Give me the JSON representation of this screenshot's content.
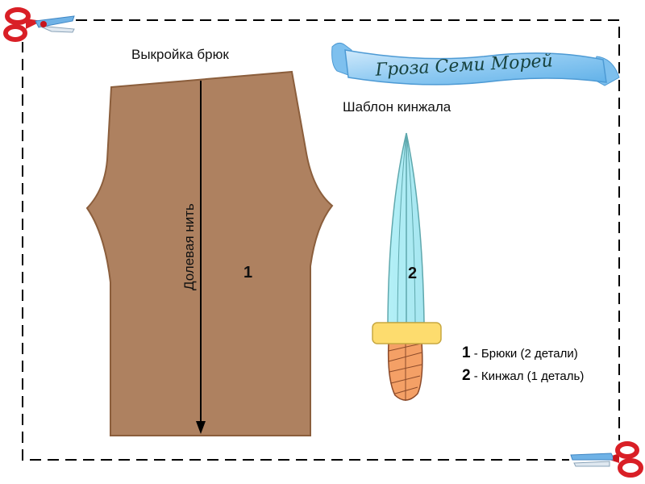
{
  "banner": {
    "title": "Гроза Семи Морей"
  },
  "pants": {
    "title": "Выкройка брюк",
    "grain_line_label": "Долевая нить",
    "piece_number": "1",
    "fill_color": "#ae8160",
    "stroke_color": "#8b5e3c"
  },
  "dagger": {
    "title": "Шаблон кинжала",
    "piece_number": "2",
    "blade_color": "#b3f0f7",
    "guard_color": "#fddc6e",
    "handle_color": "#f4a066"
  },
  "legend": {
    "items": [
      {
        "num": "1",
        "sep": " - ",
        "text": "Брюки (2 детали)"
      },
      {
        "num": "2",
        "sep": " - ",
        "text": "Кинжал (1 деталь)"
      }
    ]
  },
  "icons": {
    "top_left": "scissors-icon",
    "bottom_right": "scissors-icon"
  }
}
